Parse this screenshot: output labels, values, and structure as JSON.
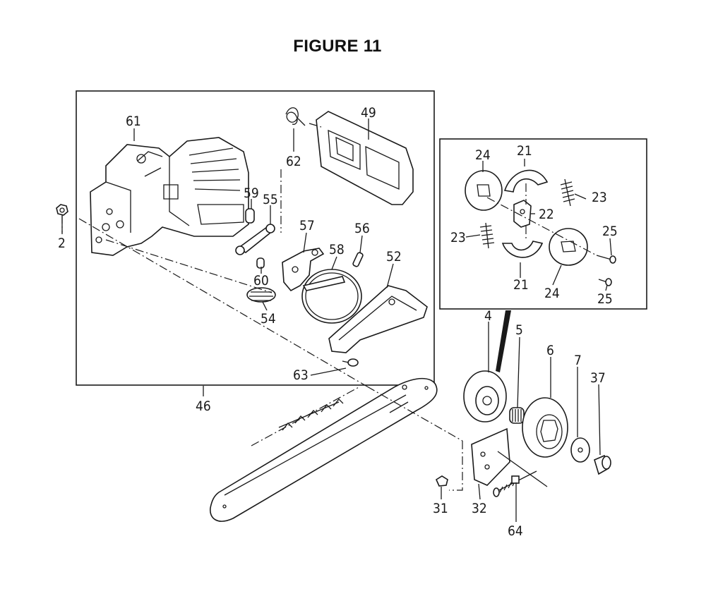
{
  "figure": {
    "title": "FIGURE 11"
  },
  "callouts": {
    "p2": "2",
    "p46": "46",
    "p61": "61",
    "p49": "49",
    "p62": "62",
    "p59": "59",
    "p55": "55",
    "p57": "57",
    "p56": "56",
    "p58": "58",
    "p52": "52",
    "p60": "60",
    "p54": "54",
    "p63": "63",
    "p24a": "24",
    "p21a": "21",
    "p23a": "23",
    "p22": "22",
    "p23b": "23",
    "p25a": "25",
    "p21b": "21",
    "p24b": "24",
    "p25b": "25",
    "p4": "4",
    "p5": "5",
    "p6": "6",
    "p7": "7",
    "p37": "37",
    "p31": "31",
    "p32": "32",
    "p64": "64"
  }
}
